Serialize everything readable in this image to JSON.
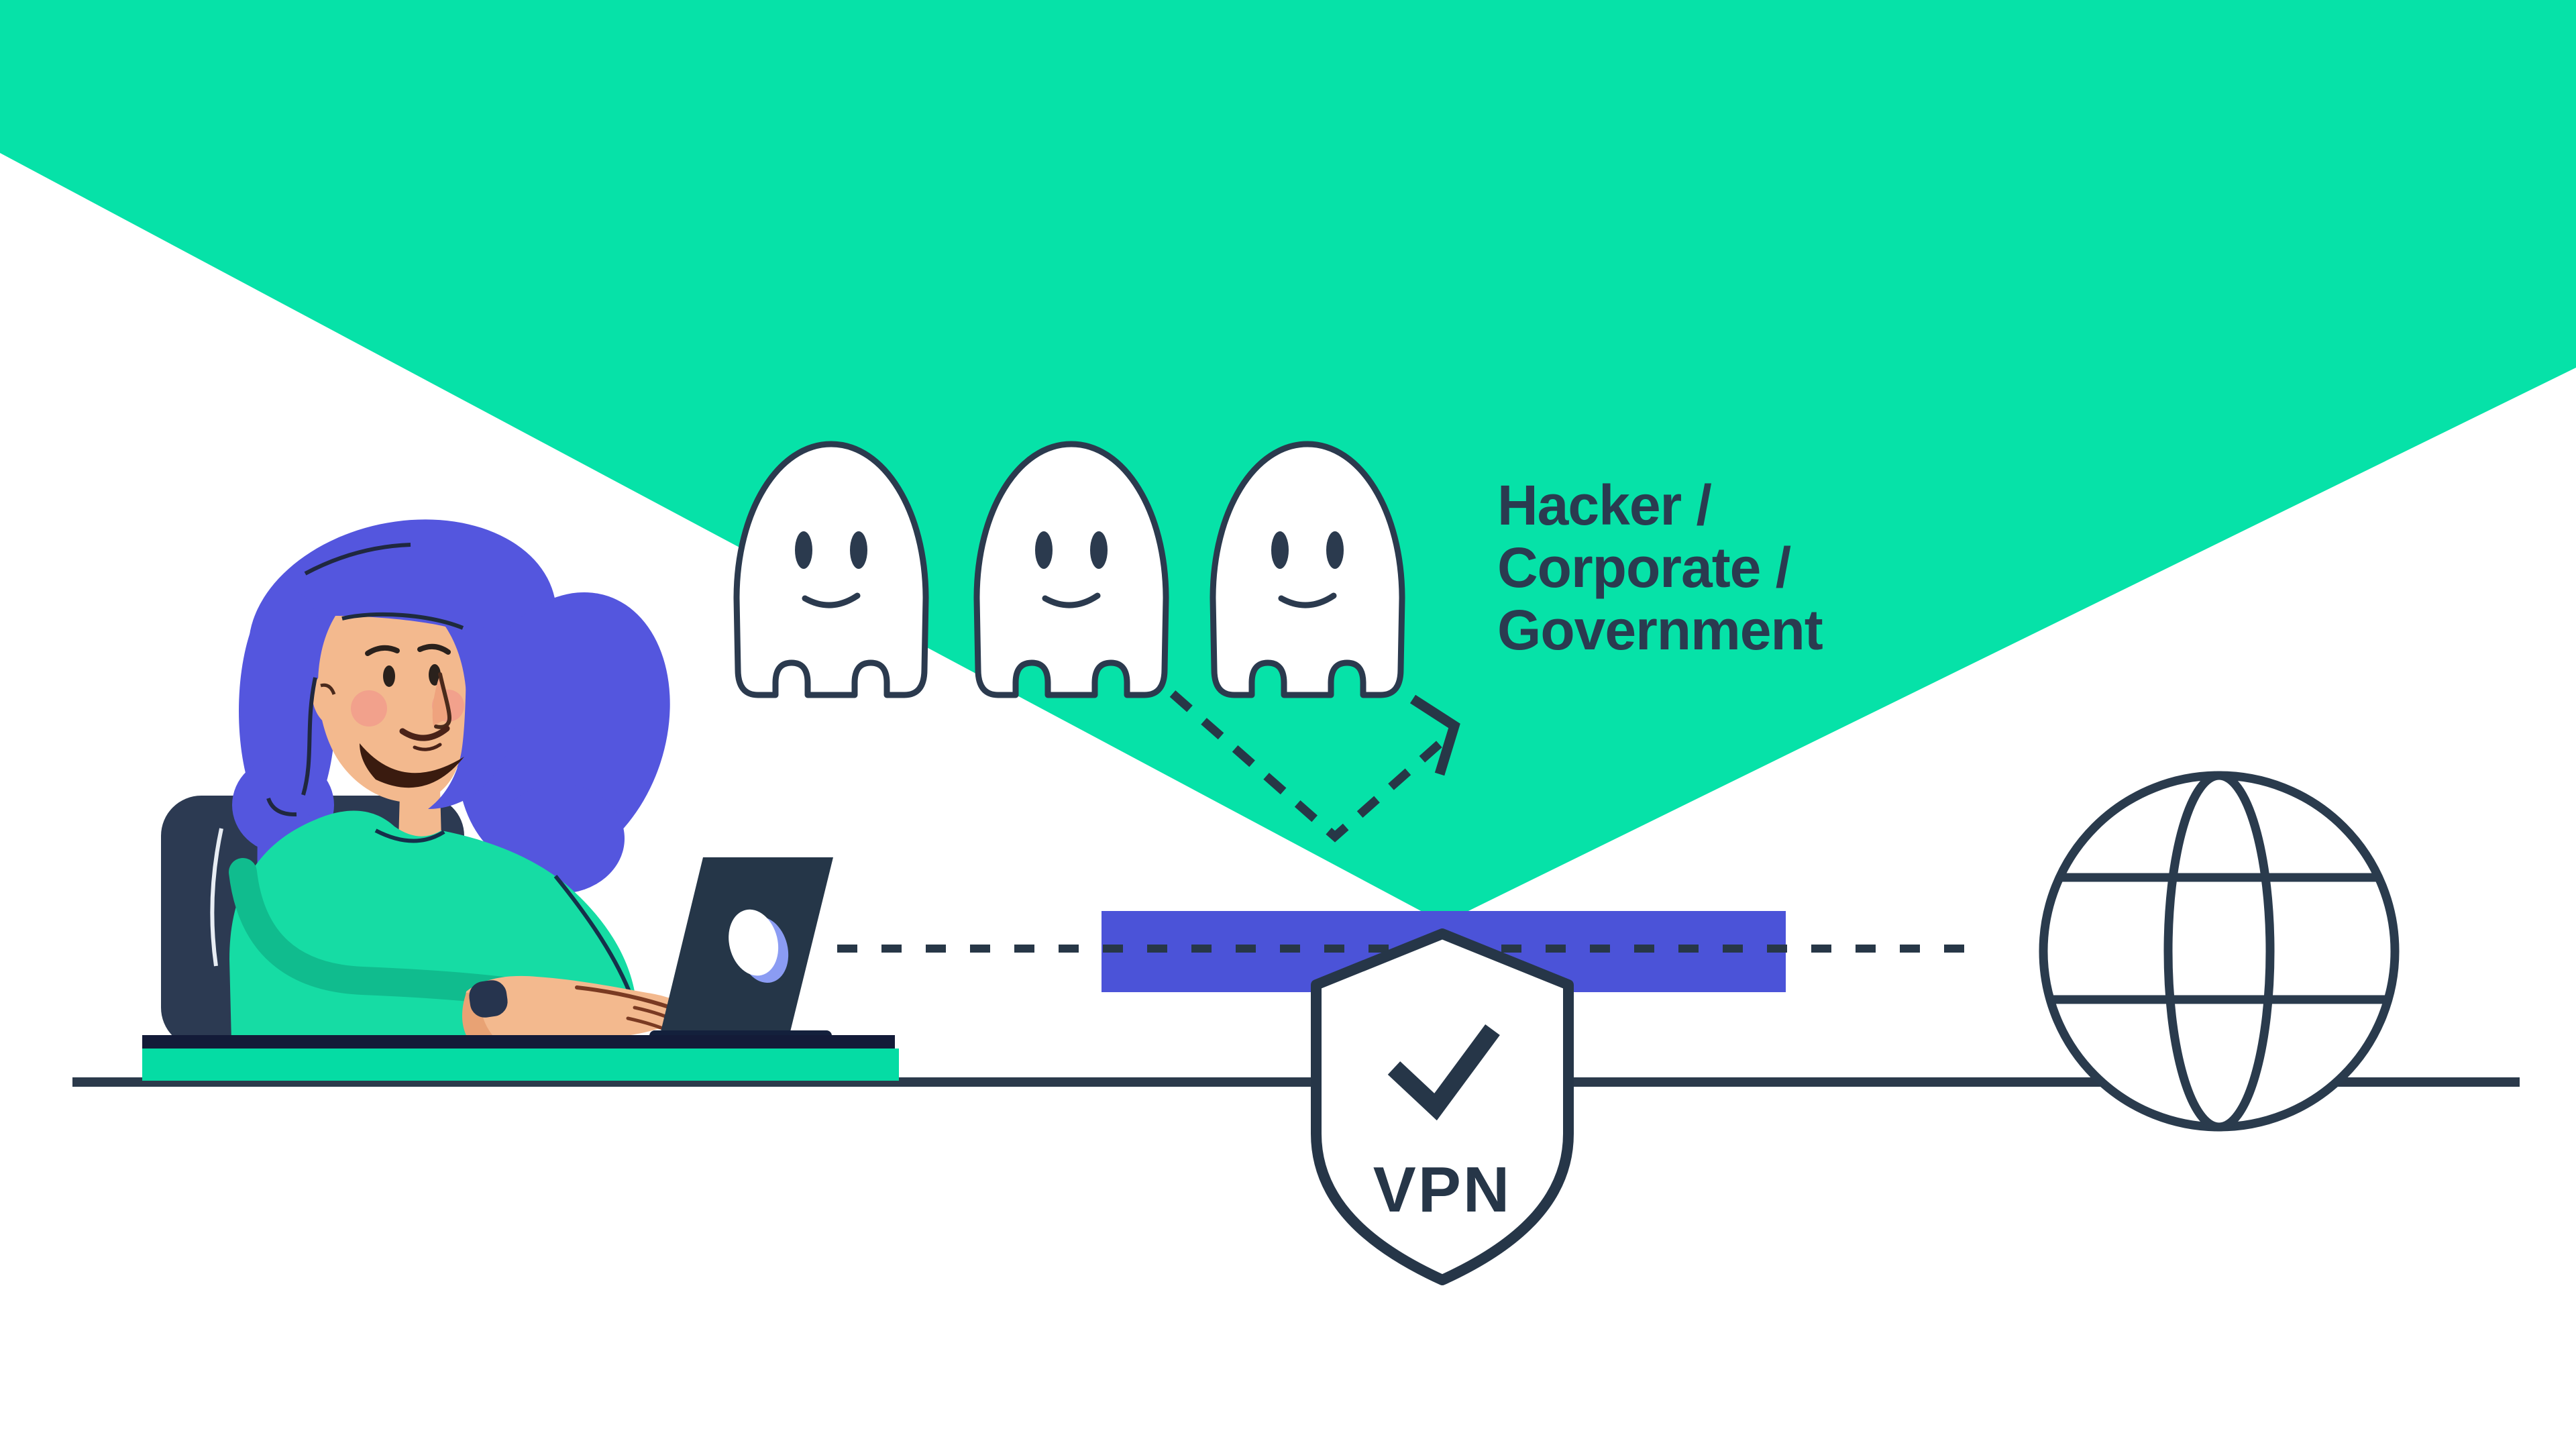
{
  "illustration": {
    "description": "Person on a laptop shielded by a VPN from spying ghosts (hackers, corporations, governments) while connected to the internet",
    "threat_label": {
      "line1": "Hacker /",
      "line2": "Corporate /",
      "line3": "Government"
    },
    "vpn_shield": {
      "label": "VPN",
      "icon": "shield-check-icon"
    },
    "ghosts": {
      "count": 3,
      "icon": "ghost-icon"
    },
    "globe": {
      "icon": "globe-icon"
    },
    "laptop": {
      "icon": "laptop-icon"
    },
    "connection": {
      "style": "dashed",
      "from": "laptop",
      "through": "vpn-shield",
      "to": "internet-globe"
    },
    "colors": {
      "teal": "#06E2A8",
      "indigo": "#4B53D8",
      "ink": "#263A4D",
      "ink_dark": "#131B38",
      "hair": "#5456DE",
      "skin": "#F3B98E",
      "blush": "#F2A18C",
      "text": "#2A3B50",
      "white": "#FFFFFF"
    }
  }
}
